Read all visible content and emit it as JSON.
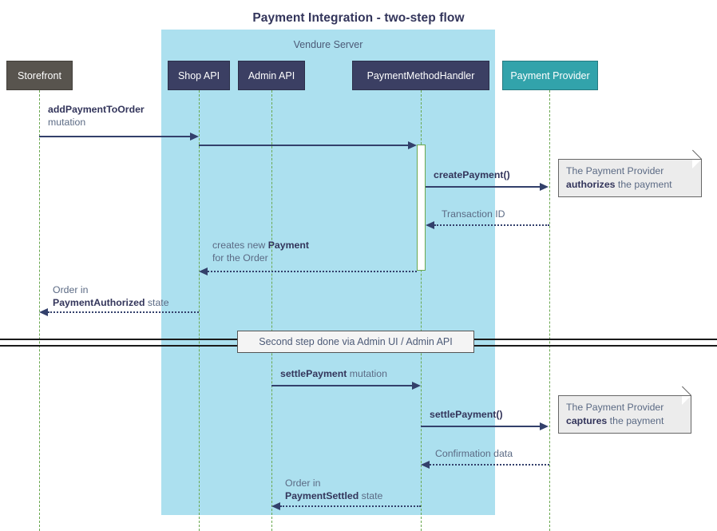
{
  "diagram": {
    "title": "Payment Integration - two-step flow",
    "type": "sequence-diagram",
    "colors": {
      "group_bg": "#ace0ef",
      "participant_dark": "#3b3f63",
      "participant_storefront": "#58544e",
      "participant_provider": "#32a3ab",
      "lifeline": "#6aa84f",
      "arrow": "#33406b",
      "note_bg": "#ececec",
      "text": "#5b6a84"
    }
  },
  "group": {
    "label": "Vendure Server"
  },
  "participants": [
    {
      "id": "storefront",
      "label": "Storefront",
      "color": "#58544e"
    },
    {
      "id": "shop-api",
      "label": "Shop API",
      "color": "#3b3f63"
    },
    {
      "id": "admin-api",
      "label": "Admin API",
      "color": "#3b3f63"
    },
    {
      "id": "payment-method-handler",
      "label": "PaymentMethodHandler",
      "color": "#3b3f63"
    },
    {
      "id": "payment-provider",
      "label": "Payment Provider",
      "color": "#32a3ab"
    }
  ],
  "messages": [
    {
      "id": "add-payment-to-order",
      "from": "storefront",
      "to": "shop-api",
      "bold": "addPaymentToOrder",
      "plain": "mutation",
      "style": "solid",
      "direction": "right"
    },
    {
      "id": "shop-api-to-handler",
      "from": "shop-api",
      "to": "payment-method-handler",
      "bold": "",
      "plain": "",
      "style": "solid",
      "direction": "right"
    },
    {
      "id": "create-payment",
      "from": "payment-method-handler",
      "to": "payment-provider",
      "bold": "createPayment()",
      "plain": "",
      "style": "solid",
      "direction": "right"
    },
    {
      "id": "transaction-id",
      "from": "payment-provider",
      "to": "payment-method-handler",
      "bold": "",
      "plain": "Transaction ID",
      "style": "dotted",
      "direction": "left"
    },
    {
      "id": "creates-new-payment",
      "from": "payment-method-handler",
      "to": "shop-api",
      "line1_plain": "creates new ",
      "line1_bold": "Payment",
      "line2_plain": "for the Order",
      "style": "dotted",
      "direction": "left"
    },
    {
      "id": "order-payment-authorized",
      "from": "shop-api",
      "to": "storefront",
      "line1_plain": "Order in",
      "line2_bold": "PaymentAuthorized",
      "line2_plain": " state",
      "style": "dotted",
      "direction": "left"
    },
    {
      "id": "settle-payment-mutation",
      "from": "admin-api",
      "to": "payment-method-handler",
      "bold": "settlePayment",
      "plain": " mutation",
      "style": "solid",
      "direction": "right"
    },
    {
      "id": "settle-payment-call",
      "from": "payment-method-handler",
      "to": "payment-provider",
      "bold": "settlePayment()",
      "plain": "",
      "style": "solid",
      "direction": "right"
    },
    {
      "id": "confirmation-data",
      "from": "payment-provider",
      "to": "payment-method-handler",
      "bold": "",
      "plain": "Confirmation data",
      "style": "dotted",
      "direction": "left"
    },
    {
      "id": "order-payment-settled",
      "from": "payment-method-handler",
      "to": "admin-api",
      "line1_plain": "Order in",
      "line2_bold": "PaymentSettled",
      "line2_plain": " state",
      "style": "dotted",
      "direction": "left"
    }
  ],
  "notes": [
    {
      "id": "note-authorizes",
      "line1": "The Payment Provider",
      "line2_bold": "authorizes",
      "line2_plain": " the payment"
    },
    {
      "id": "note-captures",
      "line1": "The Payment Provider",
      "line2_bold": "captures",
      "line2_plain": " the payment"
    }
  ],
  "divider": {
    "label": "Second step done via Admin UI / Admin API"
  }
}
